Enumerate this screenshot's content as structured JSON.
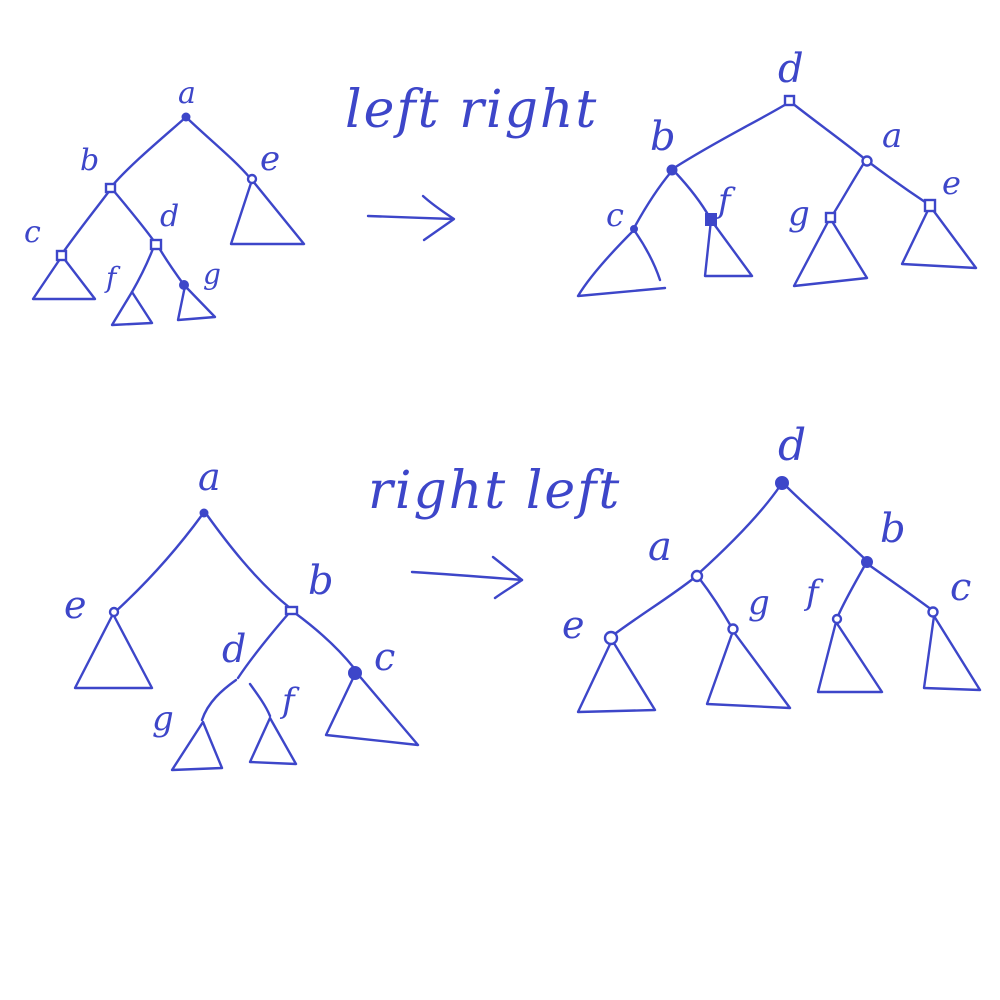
{
  "ink_color": "#3d46c9",
  "captions": {
    "top": "left right",
    "bottom": "right left"
  },
  "labels": {
    "d1_a": "a",
    "d1_b": "b",
    "d1_e": "e",
    "d1_c": "c",
    "d1_d": "d",
    "d1_f": "f",
    "d1_g": "g",
    "d2_d": "d",
    "d2_b": "b",
    "d2_a": "a",
    "d2_c": "c",
    "d2_f": "f",
    "d2_g": "g",
    "d2_e": "e",
    "d3_a": "a",
    "d3_e": "e",
    "d3_b": "b",
    "d3_d": "d",
    "d3_c": "c",
    "d3_g": "g",
    "d3_f": "f",
    "d4_d": "d",
    "d4_a": "a",
    "d4_b": "b",
    "d4_e": "e",
    "d4_g": "g",
    "d4_f": "f",
    "d4_c": "c"
  },
  "icons": [
    "arrow-right-icon",
    "arrow-right-icon"
  ]
}
